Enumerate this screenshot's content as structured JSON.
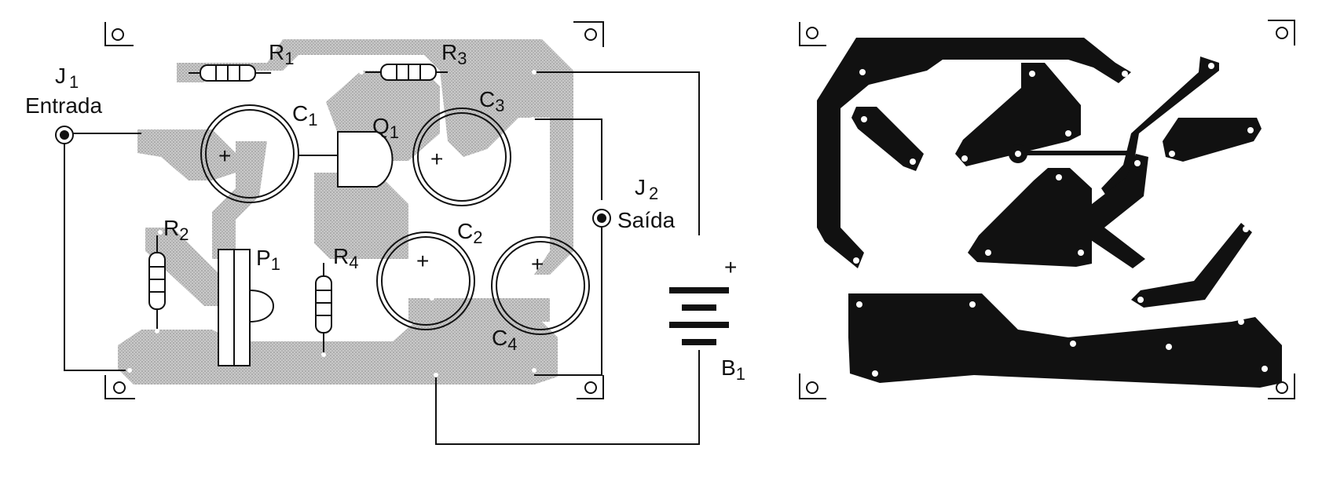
{
  "components": {
    "J1": {
      "ref": "J",
      "sub": "1",
      "name": "Entrada"
    },
    "J2": {
      "ref": "J",
      "sub": "2",
      "name": "Saída"
    },
    "R1": {
      "ref": "R",
      "sub": "1"
    },
    "R2": {
      "ref": "R",
      "sub": "2"
    },
    "R3": {
      "ref": "R",
      "sub": "3"
    },
    "R4": {
      "ref": "R",
      "sub": "4"
    },
    "C1": {
      "ref": "C",
      "sub": "1"
    },
    "C2": {
      "ref": "C",
      "sub": "2"
    },
    "C3": {
      "ref": "C",
      "sub": "3"
    },
    "C4": {
      "ref": "C",
      "sub": "4"
    },
    "Q1": {
      "ref": "Q",
      "sub": "1"
    },
    "P1": {
      "ref": "P",
      "sub": "1"
    },
    "B1": {
      "ref": "B",
      "sub": "1"
    }
  },
  "symbols": {
    "plus": "+"
  },
  "colors": {
    "trace_grey": "#bdbdbd",
    "copper": "#111111",
    "line": "#111111"
  }
}
